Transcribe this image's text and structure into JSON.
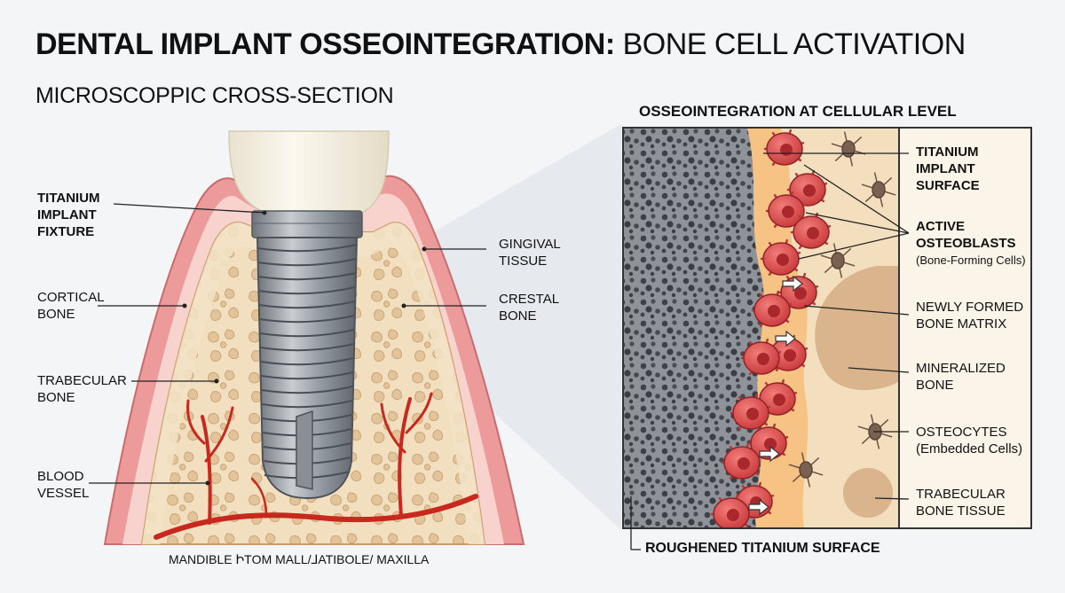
{
  "title": {
    "bold": "DENTAL IMPLANT OSSEOINTEGRATION:",
    "normal": " BONE CELL ACTIVATION"
  },
  "subtitle": "MICROSCOPPIC CROSS-SECTION",
  "left_labels": {
    "titanium_fixture": [
      "TITANIUM",
      "IMPLANT",
      "FIXTURE"
    ],
    "cortical_bone": [
      "CORTICAL",
      "BONE"
    ],
    "trabecular_bone": [
      "TRABECULAR",
      "BONE"
    ],
    "blood_vessel": [
      "BLOOD",
      "VESSEL"
    ],
    "gingival_tissue": [
      "GINGIVAL",
      "TISSUE"
    ],
    "crestal_bone": [
      "CRESTAL",
      "BONE"
    ]
  },
  "bottom_caption": "MANDIBLE ԻТOM MALL/⅃ATIBOLE/ MAXILLA",
  "panel": {
    "title": "OSSEOINTEGRATION AT CELLULAR LEVEL",
    "surface_caption": "ROUGHENED TITANIUM SURFACE",
    "labels": {
      "titanium_surface": [
        "TITANIUM",
        "IMPLANT",
        "SURFACE"
      ],
      "active_osteoblasts": [
        "ACTIVE",
        "OSTEOBLASTS"
      ],
      "active_osteoblasts_note": "(Bone-Forming Cells)",
      "new_bone_matrix": [
        "NEWLY FORMED",
        "BONE MATRIX"
      ],
      "mineralized_bone": [
        "MINERALIZED",
        "BONE"
      ],
      "osteocytes": "OSTEOCYTES",
      "osteocytes_note": "(Embedded Cells)",
      "trabecular_tissue": [
        "TRABECULAR",
        "BONE TISSUE"
      ]
    }
  },
  "colors": {
    "gum": "#ec9a9a",
    "gum_light": "#f8d2cc",
    "bone": "#f2dfbf",
    "bone_pore": "#e3c49a",
    "titanium": "#9aa0a8",
    "crown": "#f5f1e6",
    "vessel": "#c8281e",
    "osteoblast": "#e0484a",
    "matrix": "#f7c384"
  }
}
